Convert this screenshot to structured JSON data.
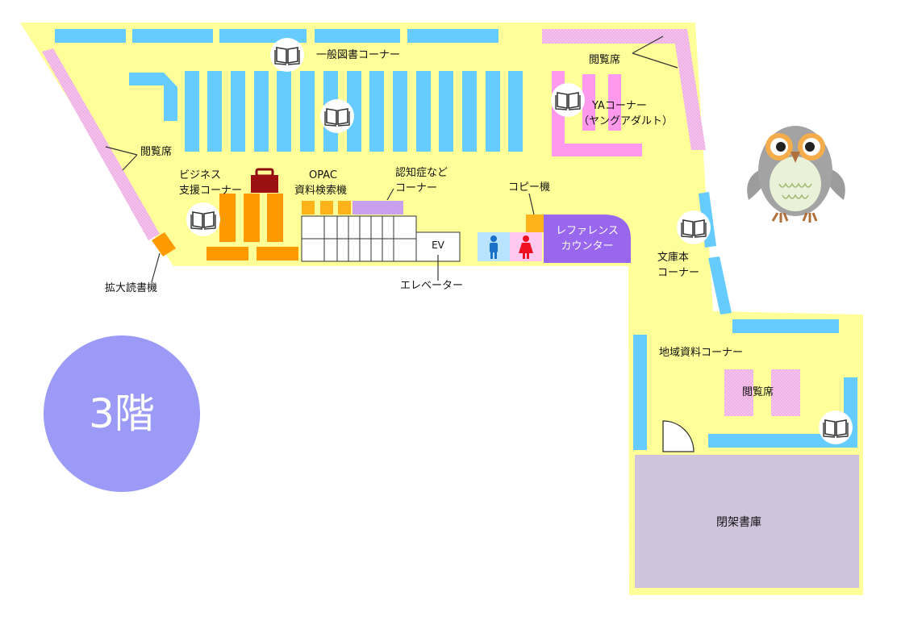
{
  "floor": "3階",
  "areas": {
    "general_books": "一般図書コーナー",
    "reading_seats_top": "閲覧席",
    "reading_seats_left": "閲覧席",
    "ya_corner": "YAコーナー",
    "ya_corner_sub": "（ヤングアダルト）",
    "business_corner_line1": "ビジネス",
    "business_corner_line2": "支援コーナー",
    "opac_line1": "OPAC",
    "opac_line2": "資料検索機",
    "dementia_line1": "認知症など",
    "dementia_line2": "コーナー",
    "copier": "コピー機",
    "reference_line1": "レファレンス",
    "reference_line2": "カウンター",
    "ev": "EV",
    "elevator": "エレベーター",
    "magnifier": "拡大読書機",
    "bunko_line1": "文庫本",
    "bunko_line2": "コーナー",
    "local_materials": "地域資料コーナー",
    "reading_seats_local": "閲覧席",
    "closed_stacks": "閉架書庫"
  },
  "icons": [
    "book-icon",
    "briefcase-icon",
    "male-toilet-icon",
    "female-toilet-icon",
    "owl-mascot",
    "door-icon"
  ],
  "colors": {
    "floor": "#ffff99",
    "shelf": "#66ccff",
    "ya_shelf": "#ff99ee",
    "reading_seat": "#f7c6ee",
    "business_shelf": "#ff9900",
    "opac": "#ffb31a",
    "dementia_shelf": "#c9a0ee",
    "reference_counter": "#9966ee",
    "closed_stacks": "#d0c4dc",
    "badge": "#9b9bf7"
  }
}
